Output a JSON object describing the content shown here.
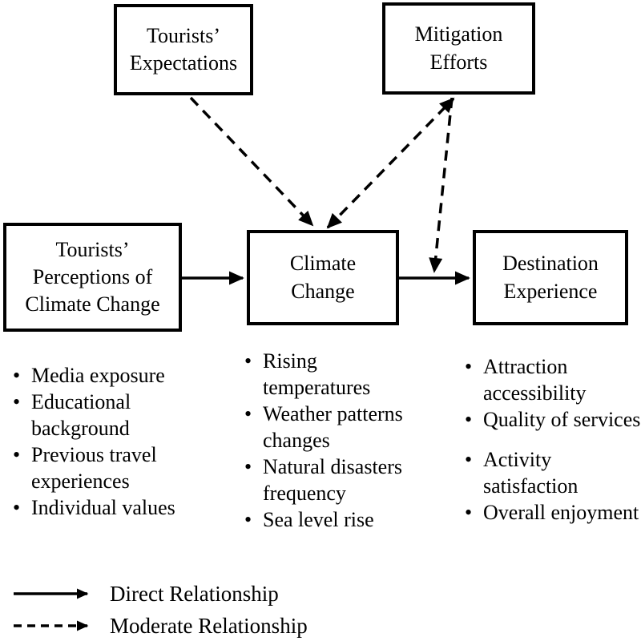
{
  "ui": {
    "bullet_glyph": "•"
  },
  "colors": {
    "ink": "#000000",
    "background": "#ffffff"
  },
  "boxes": {
    "tourists_expectations": {
      "lines": [
        "Tourists’",
        "Expectations"
      ]
    },
    "mitigation_efforts": {
      "lines": [
        "Mitigation",
        "Efforts"
      ]
    },
    "tourists_perceptions": {
      "lines": [
        "Tourists’",
        "Perceptions of",
        "Climate Change"
      ]
    },
    "climate_change": {
      "lines": [
        "Climate",
        "Change"
      ]
    },
    "destination_experience": {
      "lines": [
        "Destination",
        "Experience"
      ]
    }
  },
  "lists": {
    "perceptions_factors": [
      "Media exposure",
      "Educational background",
      "Previous travel experiences",
      "Individual values"
    ],
    "climate_indicators": [
      "Rising temperatures",
      "Weather patterns changes",
      "Natural disasters frequency",
      "Sea level rise"
    ],
    "experience_factors": [
      "Attraction accessibility",
      "Quality of services",
      "Activity satisfaction",
      "Overall enjoyment"
    ]
  },
  "relationships": [
    {
      "from": "Tourists’ Perceptions of Climate Change",
      "to": "Climate Change",
      "type": "direct"
    },
    {
      "from": "Climate Change",
      "to": "Destination Experience",
      "type": "direct"
    },
    {
      "from": "Tourists’ Expectations",
      "to": "Climate Change",
      "type": "moderate"
    },
    {
      "from": "Mitigation Efforts",
      "to": "Climate Change",
      "type": "moderate",
      "bidirectional": true
    },
    {
      "from": "Mitigation Efforts",
      "to": "Climate Change → Destination Experience link",
      "type": "moderate"
    }
  ],
  "legend": {
    "direct": "Direct Relationship",
    "moderate": "Moderate Relationship"
  }
}
